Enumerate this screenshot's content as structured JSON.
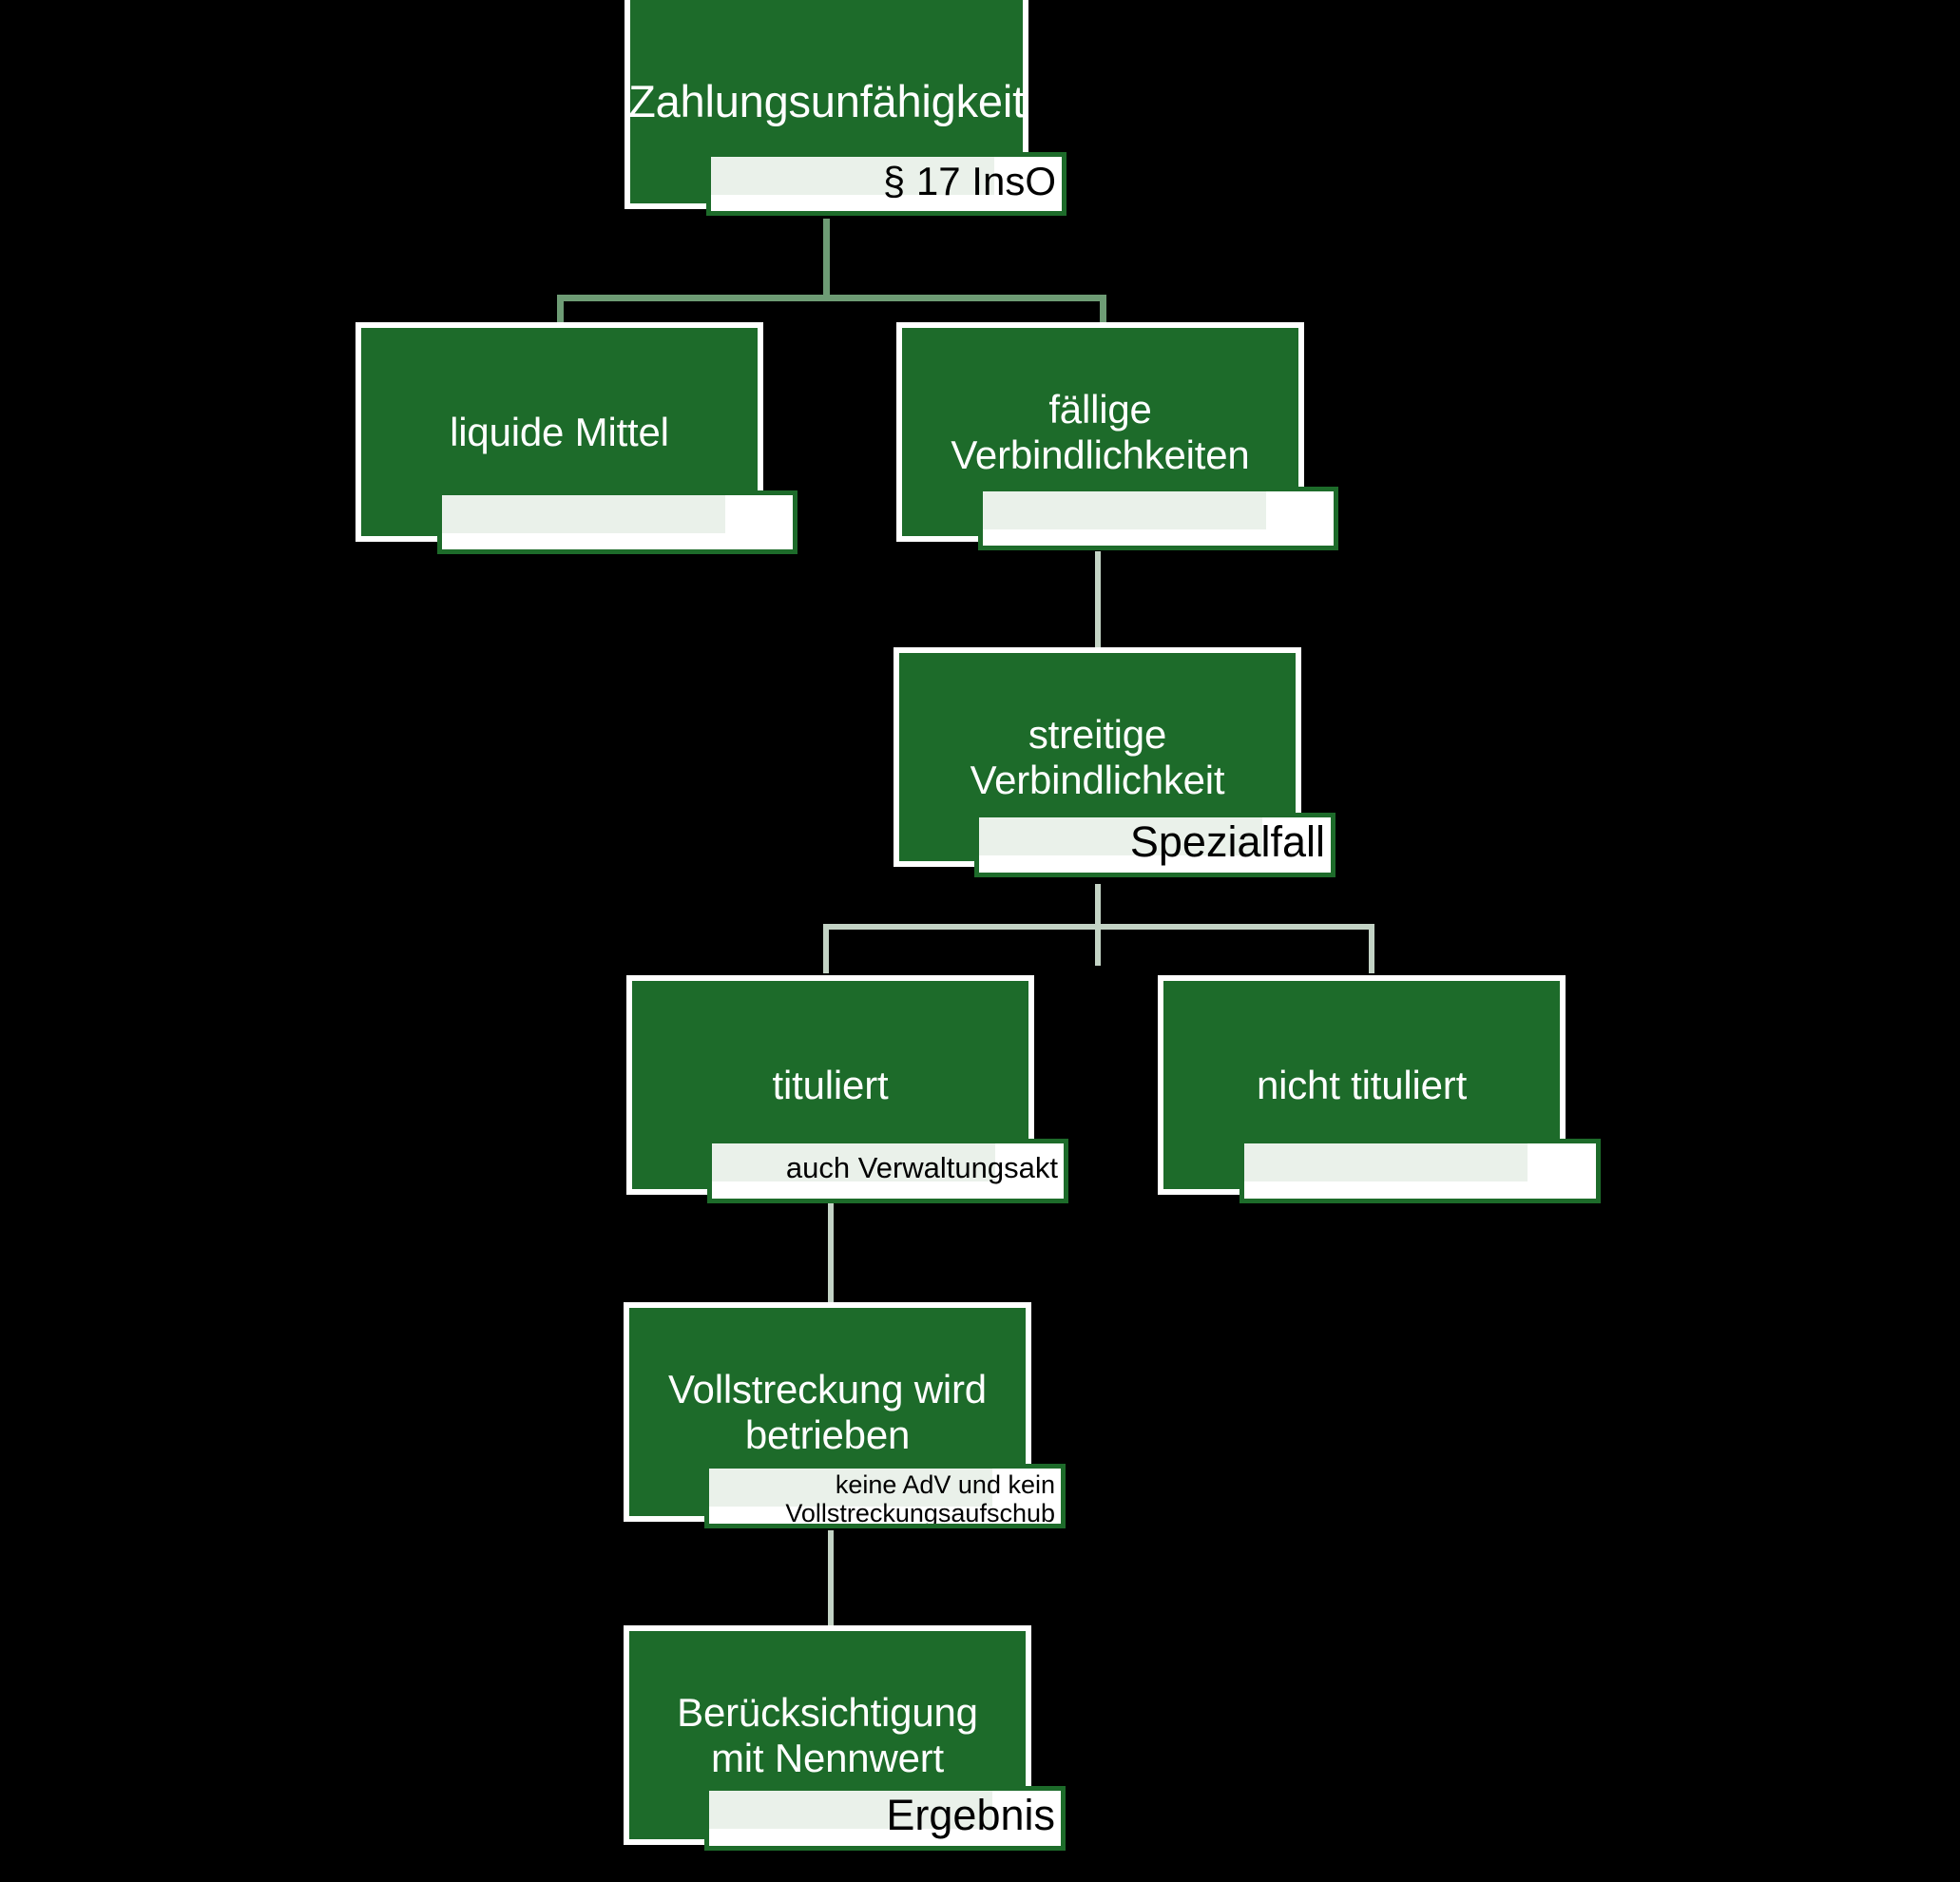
{
  "diagram": {
    "title": "Zahlungsunfähigkeit",
    "theme": {
      "background": "#000000",
      "node_fill": "#1d6b2a",
      "node_border": "#ffffff",
      "node_text": "#ffffff",
      "badge_border": "#1d6b2a",
      "badge_fill": "#eaf1ea",
      "badge_text": "#000000",
      "connector_primary": "#6e9c75",
      "connector_secondary": "#c3d3c5"
    },
    "nodes": [
      {
        "id": "zahlungsunfaehigkeit",
        "label": "Zahlungsunfähigkeit",
        "badge": "§ 17 InsO",
        "badge_empty": false
      },
      {
        "id": "liquide-mittel",
        "label": "liquide Mittel",
        "badge": "",
        "badge_empty": true
      },
      {
        "id": "faellige-verbindlichkeiten",
        "label": "fällige\nVerbindlichkeiten",
        "badge": "",
        "badge_empty": true
      },
      {
        "id": "streitige-verbindlichkeit",
        "label": "streitige\nVerbindlichkeit",
        "badge": "Spezialfall",
        "badge_empty": false
      },
      {
        "id": "tituliert",
        "label": "tituliert",
        "badge": "auch Verwaltungsakt",
        "badge_empty": false
      },
      {
        "id": "nicht-tituliert",
        "label": "nicht tituliert",
        "badge": "",
        "badge_empty": true
      },
      {
        "id": "vollstreckung-wird-betrieben",
        "label": "Vollstreckung wird\nbetrieben",
        "badge": "keine AdV und kein\nVollstreckungsaufschub",
        "badge_empty": false
      },
      {
        "id": "beruecksichtigung-mit-nennwert",
        "label": "Berücksichtigung\nmit Nennwert",
        "badge": "Ergebnis",
        "badge_empty": false
      }
    ]
  }
}
